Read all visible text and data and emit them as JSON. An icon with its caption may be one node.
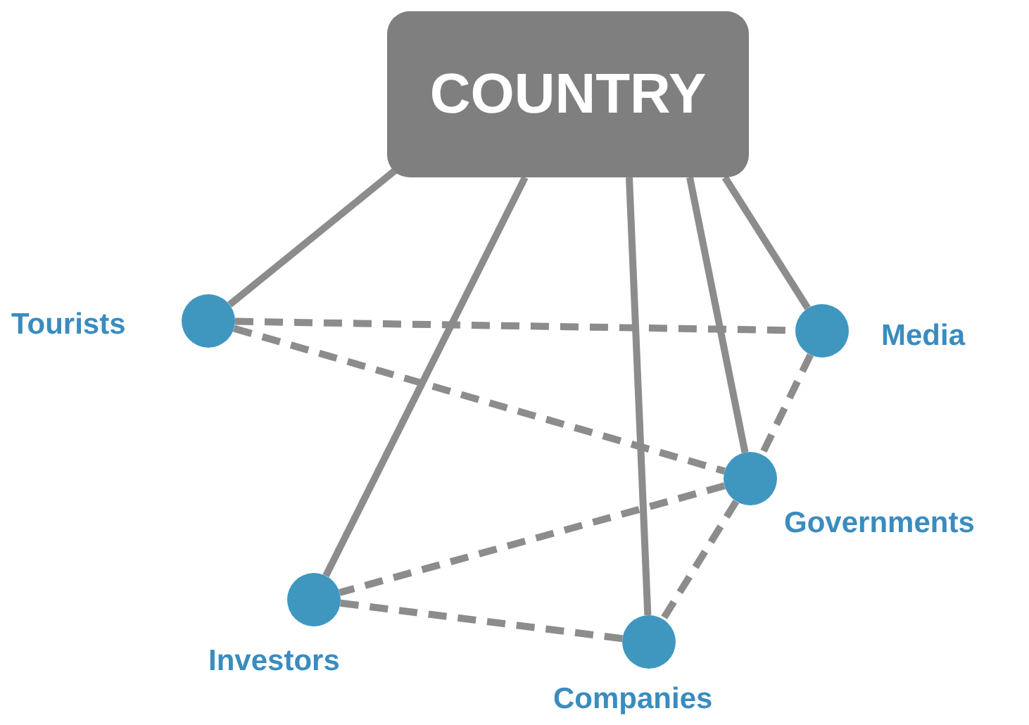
{
  "diagram": {
    "nodes": [
      {
        "text": [
          "COUNTRY"
        ]
      },
      {
        "text": [],
        "shape": "circle",
        "beside": [
          "Tourists"
        ]
      },
      {
        "text": [],
        "shape": "circle",
        "beside": [
          "Media"
        ]
      },
      {
        "text": [],
        "shape": "circle",
        "beside": [
          "Governments"
        ]
      },
      {
        "text": [],
        "shape": "circle",
        "beside": [
          "Investors"
        ]
      },
      {
        "text": [],
        "shape": "circle",
        "beside": [
          "Companies"
        ]
      }
    ],
    "edges": [
      {
        "from": 0,
        "to": 1,
        "arrow": "none"
      },
      {
        "from": 0,
        "to": 4,
        "arrow": "none"
      },
      {
        "from": 0,
        "to": 5,
        "arrow": "none"
      },
      {
        "from": 0,
        "to": 3,
        "arrow": "none"
      },
      {
        "from": 0,
        "to": 2,
        "arrow": "none"
      },
      {
        "from": 1,
        "to": 2,
        "arrow": "none",
        "style": "dashed"
      },
      {
        "from": 1,
        "to": 3,
        "arrow": "none",
        "style": "dashed"
      },
      {
        "from": 2,
        "to": 3,
        "arrow": "none",
        "style": "dashed"
      },
      {
        "from": 3,
        "to": 4,
        "arrow": "none",
        "style": "dashed"
      },
      {
        "from": 4,
        "to": 5,
        "arrow": "none",
        "style": "dashed"
      },
      {
        "from": 3,
        "to": 5,
        "arrow": "none",
        "style": "dashed"
      }
    ]
  }
}
